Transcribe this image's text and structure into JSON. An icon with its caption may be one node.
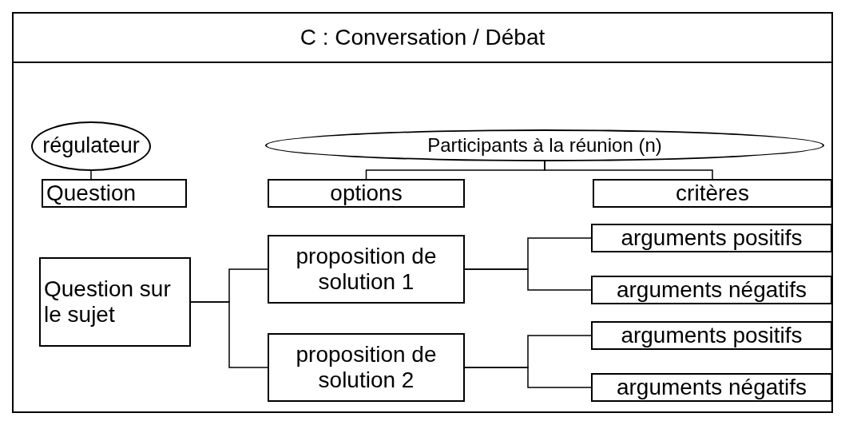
{
  "diagram": {
    "nodes": [
      {
        "text": [
          "C : Conversation / Débat"
        ]
      },
      {
        "text": [
          "régulateur"
        ],
        "in": 0
      },
      {
        "text": [
          "Participants à la réunion (n)"
        ],
        "in": 0
      },
      {
        "text": [
          "Question"
        ],
        "in": 0
      },
      {
        "text": [
          "options"
        ],
        "in": 0
      },
      {
        "text": [
          "critères"
        ],
        "in": 0
      },
      {
        "text": [
          "Question sur le sujet"
        ],
        "in": 0
      },
      {
        "text": [
          "proposition de solution 1"
        ],
        "in": 0
      },
      {
        "text": [
          "arguments positifs"
        ],
        "in": 0
      },
      {
        "text": [
          "arguments négatifs"
        ],
        "in": 0
      },
      {
        "text": [
          "proposition de solution 2"
        ],
        "in": 0
      },
      {
        "text": [
          "arguments positifs"
        ],
        "in": 0
      },
      {
        "text": [
          "arguments négatifs"
        ],
        "in": 0
      }
    ],
    "edges": [
      {
        "from": 1,
        "to": 3,
        "arrow": "none"
      },
      {
        "from": 2,
        "to": 4,
        "arrow": "none"
      },
      {
        "from": 2,
        "to": 5,
        "arrow": "none"
      },
      {
        "from": 6,
        "to": 7,
        "arrow": "none"
      },
      {
        "from": 6,
        "to": 10,
        "arrow": "none"
      },
      {
        "from": 7,
        "to": 8,
        "arrow": "none"
      },
      {
        "from": 7,
        "to": 9,
        "arrow": "none"
      },
      {
        "from": 10,
        "to": 11,
        "arrow": "none"
      },
      {
        "from": 10,
        "to": 12,
        "arrow": "none"
      }
    ]
  }
}
